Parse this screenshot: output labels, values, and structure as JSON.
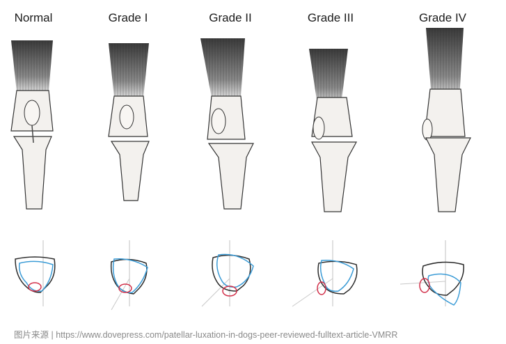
{
  "grades": [
    {
      "label": "Normal"
    },
    {
      "label": "Grade I"
    },
    {
      "label": "Grade II"
    },
    {
      "label": "Grade III"
    },
    {
      "label": "Grade IV"
    }
  ],
  "colors": {
    "femur_outline": "#2b2b2b",
    "patella_blue": "#3a9bd6",
    "patella_red": "#d2304a",
    "muscle_dark": "#4a4a4a",
    "bone_fill": "#f3f1ee",
    "guide_line": "#b8b8b8"
  },
  "caption": {
    "text": "图片来源 | https://www.dovepress.com/patellar-luxation-in-dogs-peer-reviewed-fulltext-article-VMRR"
  }
}
